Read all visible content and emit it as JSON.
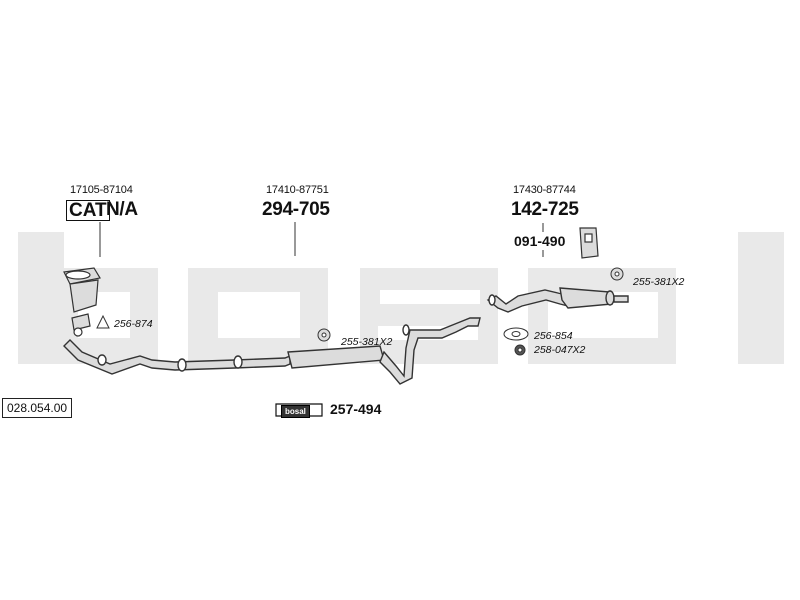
{
  "diagram": {
    "watermark": "bosal",
    "part_number": "028.054.00",
    "sections": [
      {
        "oem": "17105-87104",
        "cat_label": "CAT",
        "bosal_code": "N/A"
      },
      {
        "oem": "17410-87751",
        "bosal_code": "294-705"
      },
      {
        "oem": "17430-87744",
        "bosal_code": "142-725",
        "sub_code": "091-490"
      }
    ],
    "fittings": [
      {
        "code": "256-874"
      },
      {
        "code": "255-381X2"
      },
      {
        "code": "255-381X2"
      },
      {
        "code": "256-854"
      },
      {
        "code": "258-047X2"
      }
    ],
    "kit": {
      "badge": "bosal",
      "code": "257-494"
    },
    "colors": {
      "watermark": "#e9e9e9",
      "line": "#333333",
      "pipe_fill": "#dcdcdc"
    }
  }
}
